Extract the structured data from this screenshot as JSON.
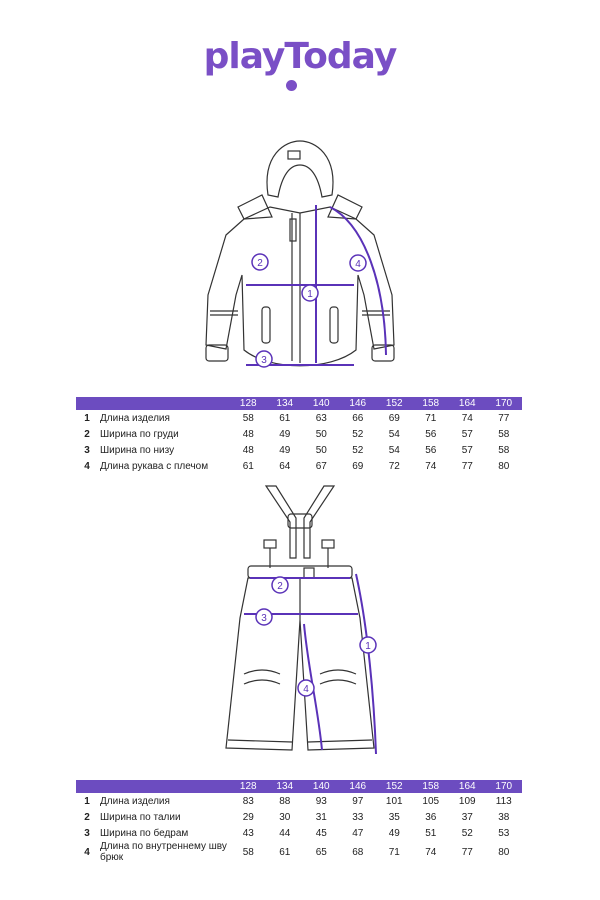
{
  "brand": {
    "name": "playToday",
    "color": "#7a4fc6"
  },
  "header_color": "#6c4cc0",
  "jacket": {
    "sizes": [
      "128",
      "134",
      "140",
      "146",
      "152",
      "158",
      "164",
      "170"
    ],
    "markers": [
      "1",
      "2",
      "3",
      "4"
    ],
    "rows": [
      {
        "num": "1",
        "label": "Длина изделия",
        "values": [
          "58",
          "61",
          "63",
          "66",
          "69",
          "71",
          "74",
          "77"
        ]
      },
      {
        "num": "2",
        "label": "Ширина по груди",
        "values": [
          "48",
          "49",
          "50",
          "52",
          "54",
          "56",
          "57",
          "58"
        ]
      },
      {
        "num": "3",
        "label": "Ширина по низу",
        "values": [
          "48",
          "49",
          "50",
          "52",
          "54",
          "56",
          "57",
          "58"
        ]
      },
      {
        "num": "4",
        "label": "Длина рукава с плечом",
        "values": [
          "61",
          "64",
          "67",
          "69",
          "72",
          "74",
          "77",
          "80"
        ]
      }
    ]
  },
  "pants": {
    "sizes": [
      "128",
      "134",
      "140",
      "146",
      "152",
      "158",
      "164",
      "170"
    ],
    "markers": [
      "1",
      "2",
      "3",
      "4"
    ],
    "rows": [
      {
        "num": "1",
        "label": "Длина изделия",
        "values": [
          "83",
          "88",
          "93",
          "97",
          "101",
          "105",
          "109",
          "113"
        ]
      },
      {
        "num": "2",
        "label": "Ширина по талии",
        "values": [
          "29",
          "30",
          "31",
          "33",
          "35",
          "36",
          "37",
          "38"
        ]
      },
      {
        "num": "3",
        "label": "Ширина по бедрам",
        "values": [
          "43",
          "44",
          "45",
          "47",
          "49",
          "51",
          "52",
          "53"
        ]
      },
      {
        "num": "4",
        "label": "Длина по внутреннему шву брюк",
        "values": [
          "58",
          "61",
          "65",
          "68",
          "71",
          "74",
          "77",
          "80"
        ]
      }
    ]
  }
}
